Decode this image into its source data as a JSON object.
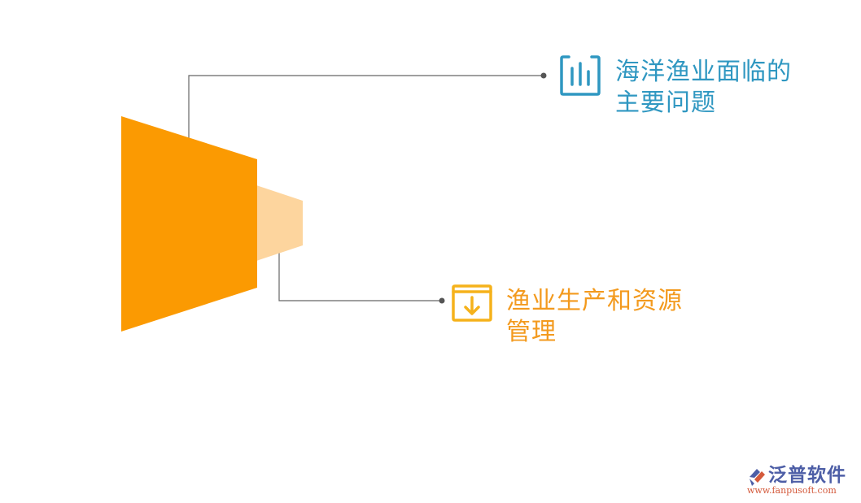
{
  "items": [
    {
      "line1": "海洋渔业面临的",
      "line2": "主要问题",
      "icon": "bar-chart-icon",
      "color": "#2f97c1"
    },
    {
      "line1": "渔业生产和资源",
      "line2": "管理",
      "icon": "download-box-icon",
      "color": "#f39a1e"
    }
  ],
  "shapes": {
    "large_trapezoid_color": "#fb9a02",
    "small_trapezoid_color": "#fdd59e",
    "connector_color": "#666666"
  },
  "watermark": {
    "name": "泛普软件",
    "url": "www.fanpusoft.com",
    "icon": "fanpu-logo-icon"
  }
}
